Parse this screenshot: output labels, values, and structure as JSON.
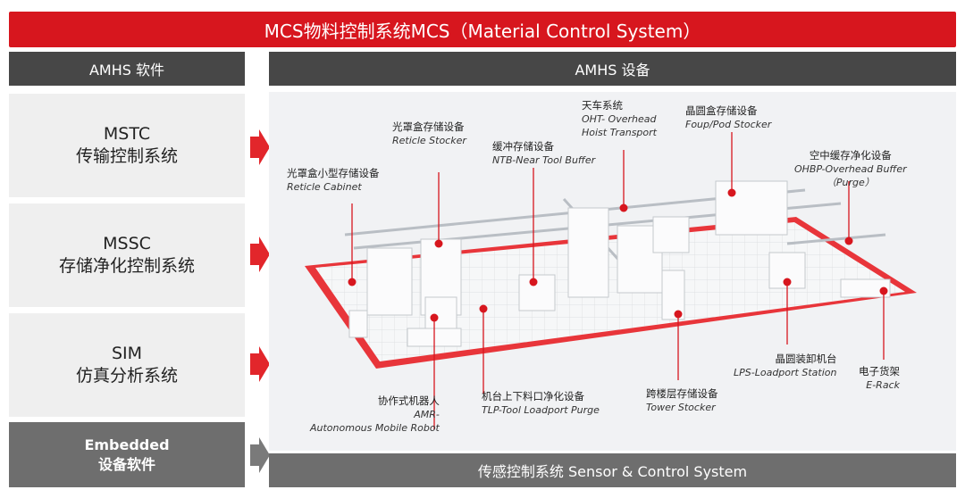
{
  "top_banner": {
    "title": "MCS物料控制系统MCS（Material Control System）"
  },
  "headers": {
    "left": "AMHS 软件",
    "right": "AMHS 设备"
  },
  "software": [
    {
      "line1": "MSTC",
      "line2": "传输控制系统"
    },
    {
      "line1": "MSSC",
      "line2": "存储净化控制系统"
    },
    {
      "line1": "SIM",
      "line2": "仿真分析系统"
    },
    {
      "line1": "Embedded",
      "line2": "设备软件"
    }
  ],
  "bottom_bar": {
    "label": "传感控制系统 Sensor & Control System"
  },
  "callouts": {
    "reticle_cabinet": {
      "zh": "光罩盒小型存储设备",
      "en": "Reticle Cabinet"
    },
    "reticle_stocker": {
      "zh": "光罩盒存储设备",
      "en": "Reticle Stocker"
    },
    "ntb": {
      "zh": "缓冲存储设备",
      "en": "NTB-Near Tool Buffer"
    },
    "oht": {
      "zh": "天车系统",
      "en1": "OHT- Overhead",
      "en2": "Hoist Transport"
    },
    "foup": {
      "zh": "晶圆盒存储设备",
      "en": "Foup/Pod Stocker"
    },
    "ohbp": {
      "zh": "空中缓存净化设备",
      "en1": "OHBP-Overhead Buffer",
      "en2": "（Purge）"
    },
    "amr": {
      "zh": "协作式机器人",
      "en1": "AMR-",
      "en2": "Autonomous Mobile Robot"
    },
    "tlp": {
      "zh": "机台上下料口净化设备",
      "en": "TLP-Tool Loadport Purge"
    },
    "tower": {
      "zh": "跨楼层存储设备",
      "en": "Tower Stocker"
    },
    "lps": {
      "zh": "晶圆装卸机台",
      "en": "LPS-Loadport Station"
    },
    "erack": {
      "zh": "电子货架",
      "en": "E-Rack"
    }
  },
  "colors": {
    "brand_red": "#d7161e",
    "header_dark": "#474747",
    "panel_grey": "#efefef",
    "bar_grey": "#6e6e6e"
  }
}
